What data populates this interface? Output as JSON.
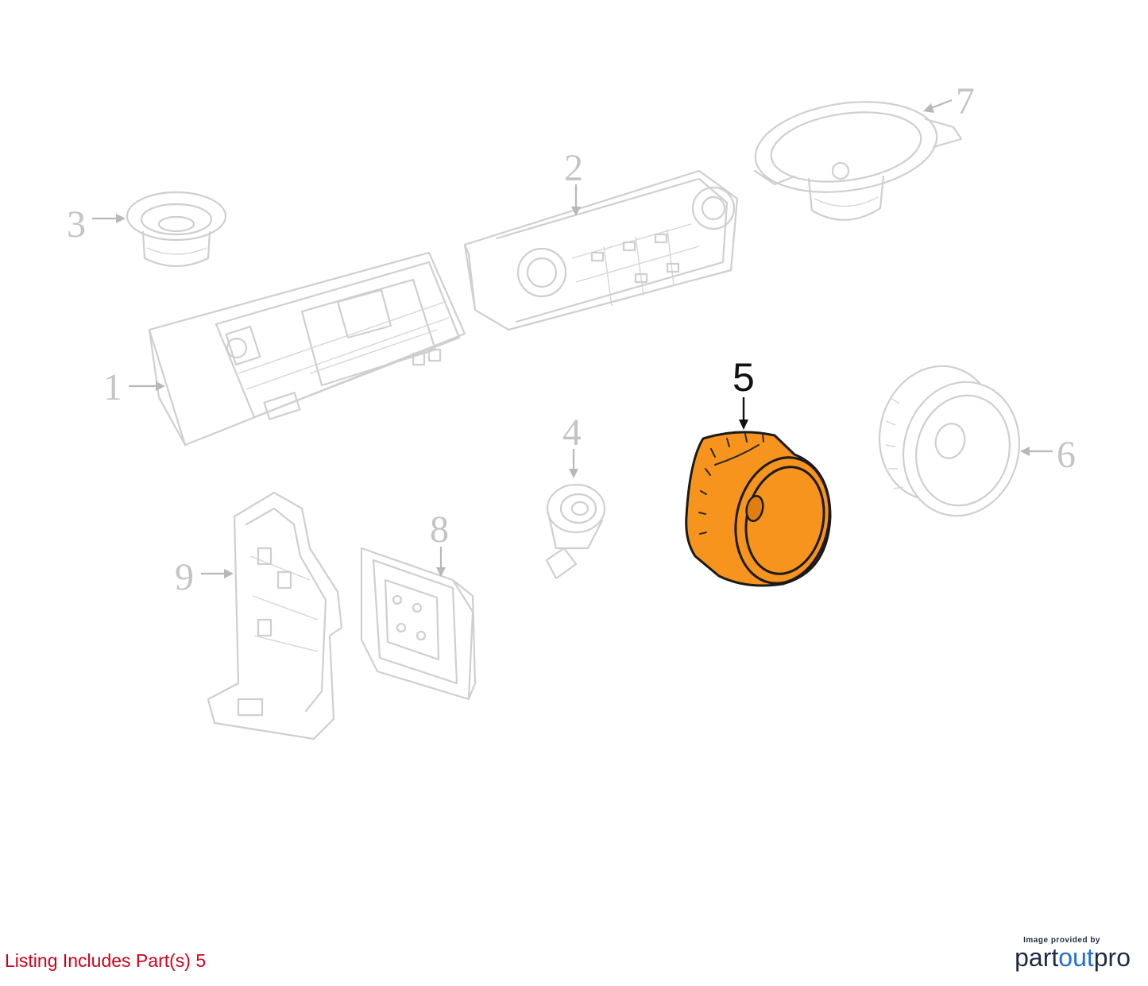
{
  "diagram": {
    "callouts": [
      {
        "id": "1",
        "label": "1",
        "highlighted": false
      },
      {
        "id": "2",
        "label": "2",
        "highlighted": false
      },
      {
        "id": "3",
        "label": "3",
        "highlighted": false
      },
      {
        "id": "4",
        "label": "4",
        "highlighted": false
      },
      {
        "id": "5",
        "label": "5",
        "highlighted": true
      },
      {
        "id": "6",
        "label": "6",
        "highlighted": false
      },
      {
        "id": "7",
        "label": "7",
        "highlighted": false
      },
      {
        "id": "8",
        "label": "8",
        "highlighted": false
      },
      {
        "id": "9",
        "label": "9",
        "highlighted": false
      }
    ],
    "highlight_color": "#f7941d",
    "ghost_color": "#cfcfcf"
  },
  "footer": {
    "listing_note": "Listing Includes Part(s) 5",
    "listing_color": "#d0021b"
  },
  "credit": {
    "provided_by": "Image provided by",
    "brand_part": "part",
    "brand_out": "out",
    "brand_pro": "pro"
  }
}
